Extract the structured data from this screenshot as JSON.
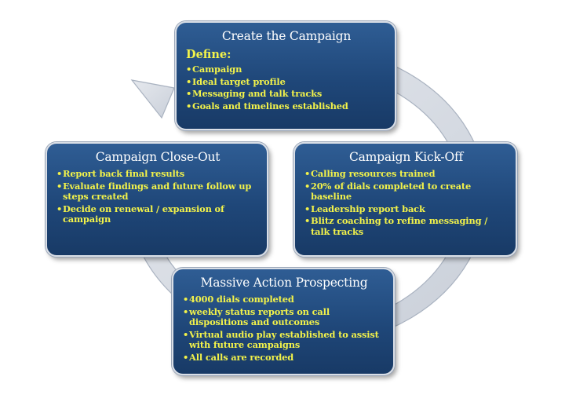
{
  "boxes": {
    "create": {
      "title": "Create the Campaign",
      "subtitle": "Define:",
      "bullets": [
        "Campaign",
        "Ideal target profile",
        "Messaging and talk tracks",
        "Goals and timelines established"
      ]
    },
    "kickoff": {
      "title": "Campaign Kick-Off",
      "bullets": [
        "Calling resources trained",
        "20% of dials completed to create baseline",
        "Leadership report back",
        "Blitz coaching to refine messaging / talk tracks"
      ]
    },
    "massive": {
      "title": "Massive Action Prospecting",
      "bullets": [
        "4000 dials completed",
        "weekly status reports on call dispositions and outcomes",
        "Virtual audio play established to assist with future campaigns",
        "All calls are recorded"
      ]
    },
    "closeout": {
      "title": "Campaign Close-Out",
      "bullets": [
        "Report back final results",
        "Evaluate findings and future follow up steps created",
        "Decide on renewal / expansion of campaign"
      ]
    }
  },
  "colors": {
    "box_fill": "#1f4779",
    "title_text": "#ffffff",
    "bullet_text": "#f2f24a",
    "ring_fill": "#d6dbe3",
    "ring_stroke": "#a9b2c0"
  }
}
